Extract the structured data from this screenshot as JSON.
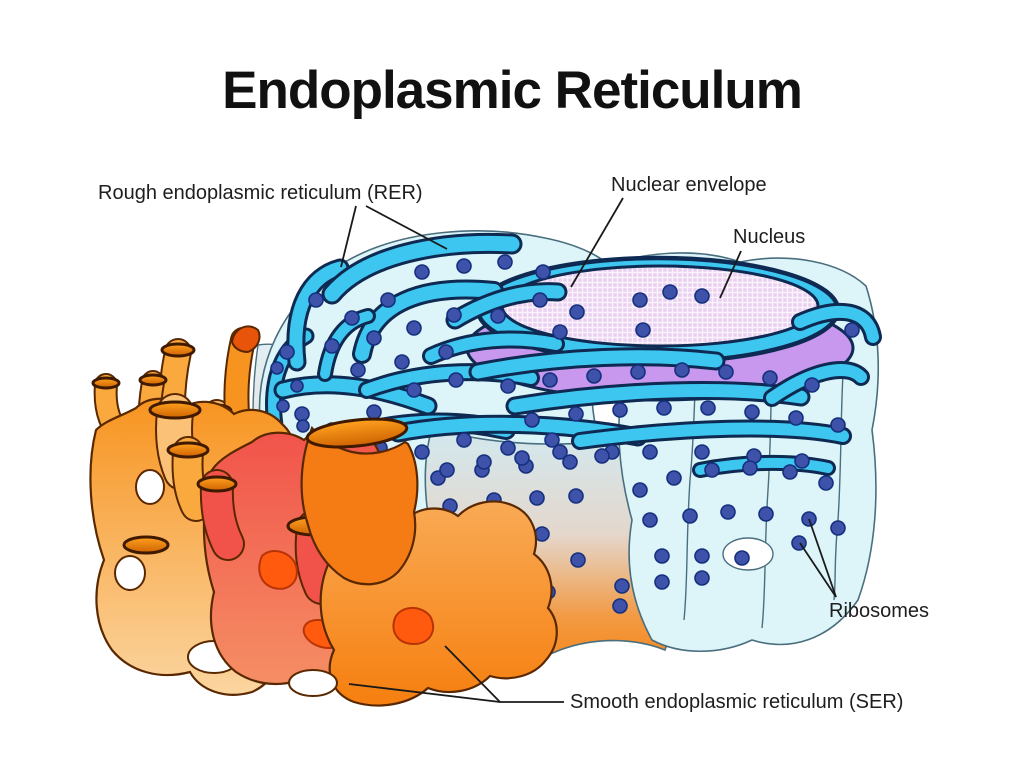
{
  "slide": {
    "title": "Endoplasmic Reticulum"
  },
  "diagram": {
    "labels": {
      "rer": "Rough endoplasmic reticulum (RER)",
      "nuclear_envelope": "Nuclear envelope",
      "nucleus": "Nucleus",
      "ribosomes": "Ribosomes",
      "ser": "Smooth endoplasmic reticulum (SER)"
    },
    "colors": {
      "title_color": "#111111",
      "label_color": "#1e1e1e",
      "line_color": "#1a1a1a",
      "membrane_cyan": "#3DC6EF",
      "membrane_outline": "#0E2A52",
      "cytosol_pale": "#DDF5F9",
      "sheet_outline": "#4A6E7E",
      "nucleus_lavender": "#EAD0F0",
      "nucleoplasm_purple": "#C897EE",
      "ribosome_blue": "#3D52A8",
      "ribosome_outline": "#15307E",
      "ser_orange": "#F79420",
      "ser_red": "#F1524A",
      "ser_blob": "#FF5A0D",
      "tube_outline": "#5A2800"
    }
  }
}
